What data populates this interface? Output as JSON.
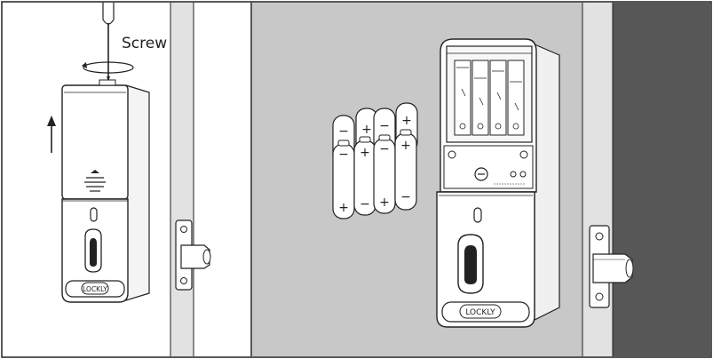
{
  "panels": {
    "left": {
      "callout_label": "Screw",
      "brand_logo": "LOCKLY"
    },
    "right": {
      "brand_logo": "LOCKLY",
      "battery_signs_top": [
        "−",
        "+",
        "−",
        "+"
      ],
      "battery_signs_bottom": [
        "+",
        "−",
        "+",
        "−"
      ]
    }
  },
  "colors": {
    "right_background": "#c8c8c8",
    "door_edge": "#e2e2e2",
    "dark_wall": "#575757",
    "line": "#1a1a1a"
  },
  "icons": [
    "screwdriver-icon",
    "rotate-arrow-icon",
    "up-arrow-icon"
  ]
}
